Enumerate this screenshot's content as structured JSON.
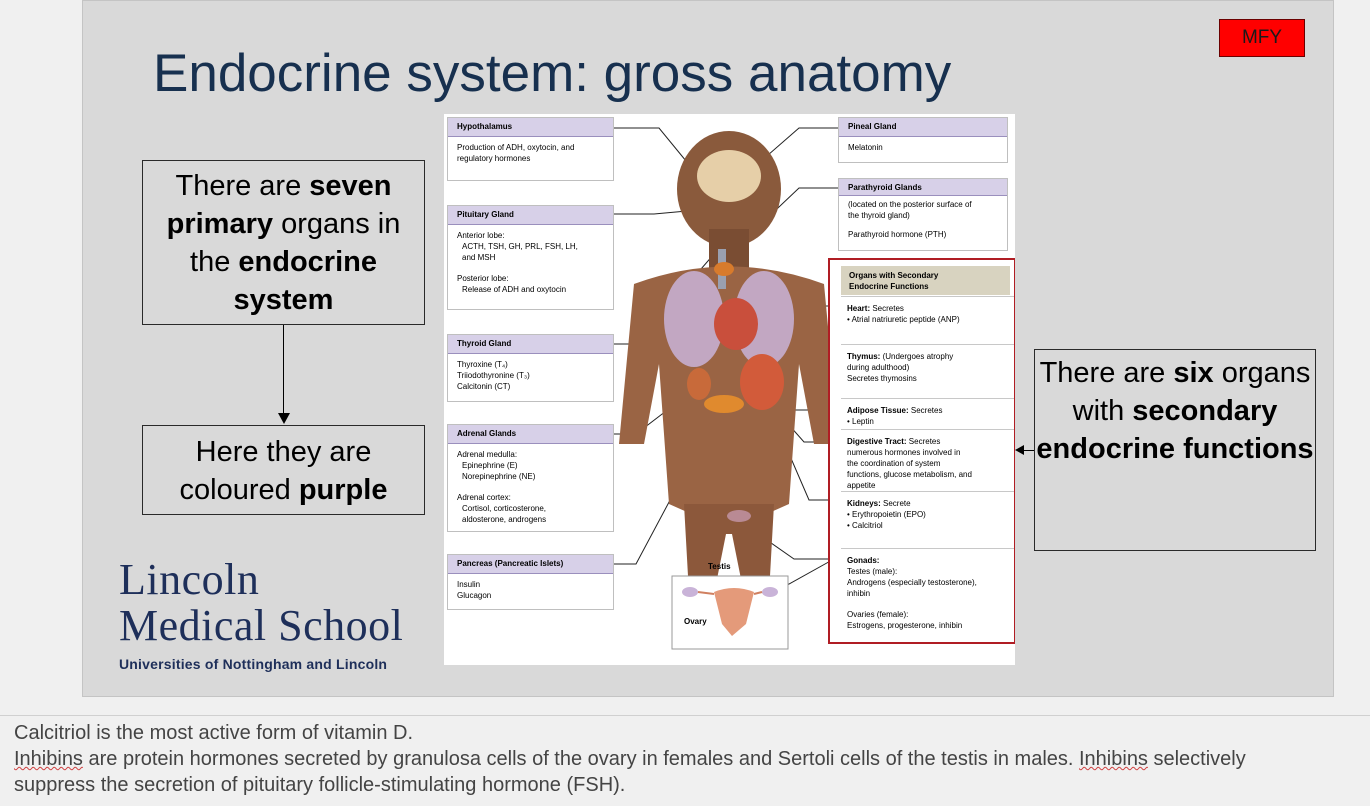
{
  "slide": {
    "title": "Endocrine system: gross anatomy",
    "badge": "MFY",
    "callout1": {
      "p1": "There are ",
      "b1": "seven",
      "p2": " ",
      "b2": "primary",
      "p3": " organs in the ",
      "b3": "endocrine",
      "p4": " ",
      "b4": "system"
    },
    "callout2": {
      "p1": "Here they are coloured ",
      "b1": "purple"
    },
    "callout3": {
      "p1": "There are ",
      "b1": "six",
      "p2": " organs with ",
      "b2": "secondary",
      "p3": " ",
      "b3": "endocrine",
      "p4": " ",
      "b4": "functions"
    },
    "logo": {
      "line1": "Lincoln",
      "line2": "Medical School",
      "line3": "Universities of Nottingham and Lincoln"
    }
  },
  "figure": {
    "left_boxes": [
      {
        "title": "Hypothalamus",
        "lines": [
          "Production of ADH, oxytocin, and",
          "regulatory hormones"
        ]
      },
      {
        "title": "Pituitary Gland",
        "lines": [
          "Anterior lobe:",
          "ACTH, TSH, GH, PRL, FSH, LH,",
          "and MSH",
          "Posterior lobe:",
          "Release of ADH and oxytocin"
        ]
      },
      {
        "title": "Thyroid Gland",
        "lines": [
          "Thyroxine (T₄)",
          "Triiodothyronine (T₃)",
          "Calcitonin (CT)"
        ]
      },
      {
        "title": "Adrenal Glands",
        "lines": [
          "Adrenal medulla:",
          "Epinephrine (E)",
          "Norepinephrine (NE)",
          "Adrenal cortex:",
          "Cortisol, corticosterone,",
          "aldosterone, androgens"
        ]
      },
      {
        "title": "Pancreas (Pancreatic Islets)",
        "lines": [
          "Insulin",
          "Glucagon"
        ]
      }
    ],
    "right_boxes": [
      {
        "title": "Pineal Gland",
        "lines": [
          "Melatonin"
        ]
      },
      {
        "title": "Parathyroid Glands",
        "lines": [
          "(located on the posterior surface of",
          "the thyroid gland)",
          "Parathyroid hormone (PTH)"
        ]
      }
    ],
    "secondary": {
      "title_line1": "Organs with Secondary",
      "title_line2": "Endocrine Functions",
      "rows": [
        {
          "name": "Heart:",
          "text": " Secretes",
          "lines": [
            "• Atrial natriuretic peptide (ANP)"
          ]
        },
        {
          "name": "Thymus:",
          "text": " (Undergoes atrophy",
          "lines": [
            "during adulthood)",
            "Secretes thymosins"
          ]
        },
        {
          "name": "Adipose Tissue:",
          "text": " Secretes",
          "lines": [
            "• Leptin"
          ]
        },
        {
          "name": "Digestive Tract:",
          "text": " Secretes",
          "lines": [
            "numerous hormones involved in",
            "the coordination of system",
            "functions, glucose metabolism, and",
            "appetite"
          ]
        },
        {
          "name": "Kidneys:",
          "text": " Secrete",
          "lines": [
            "• Erythropoietin (EPO)",
            "• Calcitriol"
          ]
        },
        {
          "name": "Gonads:",
          "text": "",
          "lines": [
            "Testes (male):",
            "Androgens (especially testosterone),",
            "inhibin",
            "Ovaries (female):",
            "Estrogens, progesterone, inhibin"
          ]
        }
      ]
    },
    "label_testis": "Testis",
    "label_ovary": "Ovary"
  },
  "notes": {
    "line1": "Calcitriol is the most active form of vitamin D.",
    "line2_pre": "",
    "line2_w1": "Inhibins",
    "line2_mid": " are protein hormones secreted by granulosa cells of the ovary in females and Sertoli cells of the testis in males. ",
    "line2_w2": "Inhibins",
    "line2_post": " selectively",
    "line3": "suppress the secretion of pituitary follicle-stimulating hormone (FSH)."
  },
  "colors": {
    "slide_bg": "#d9d9d9",
    "title": "#17304f",
    "badge": "#ff0000",
    "frame_red": "#b01d24",
    "purple_header": "#d7d0e8"
  }
}
